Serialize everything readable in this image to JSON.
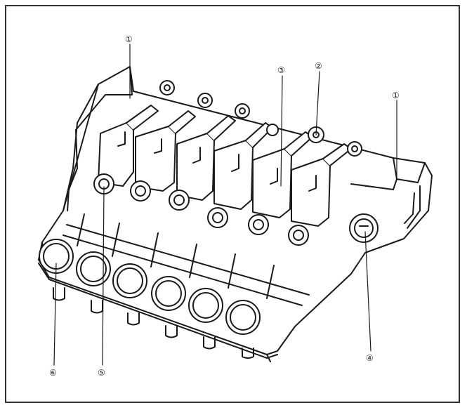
{
  "diagram": {
    "callouts": [
      {
        "id": "c1a",
        "label": "①"
      },
      {
        "id": "c1b",
        "label": "①"
      },
      {
        "id": "c2",
        "label": "②"
      },
      {
        "id": "c3",
        "label": "③"
      },
      {
        "id": "c4",
        "label": "④"
      },
      {
        "id": "c5",
        "label": "⑤"
      },
      {
        "id": "c6",
        "label": "⑥"
      }
    ],
    "colors": {
      "line": "#1a1a1a",
      "fill": "#ffffff",
      "shade": "#e6e6e6",
      "border": "#333333"
    }
  }
}
